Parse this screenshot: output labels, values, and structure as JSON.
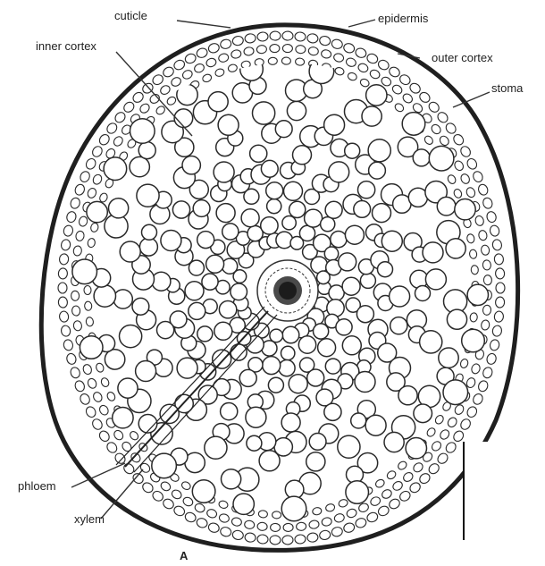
{
  "figure": {
    "panel_letter": "A",
    "labels": {
      "cuticle": "cuticle",
      "epidermis": "epidermis",
      "inner_cortex": "inner cortex",
      "outer_cortex": "outer cortex",
      "stoma": "stoma",
      "phloem": "phloem",
      "xylem": "xylem"
    }
  }
}
